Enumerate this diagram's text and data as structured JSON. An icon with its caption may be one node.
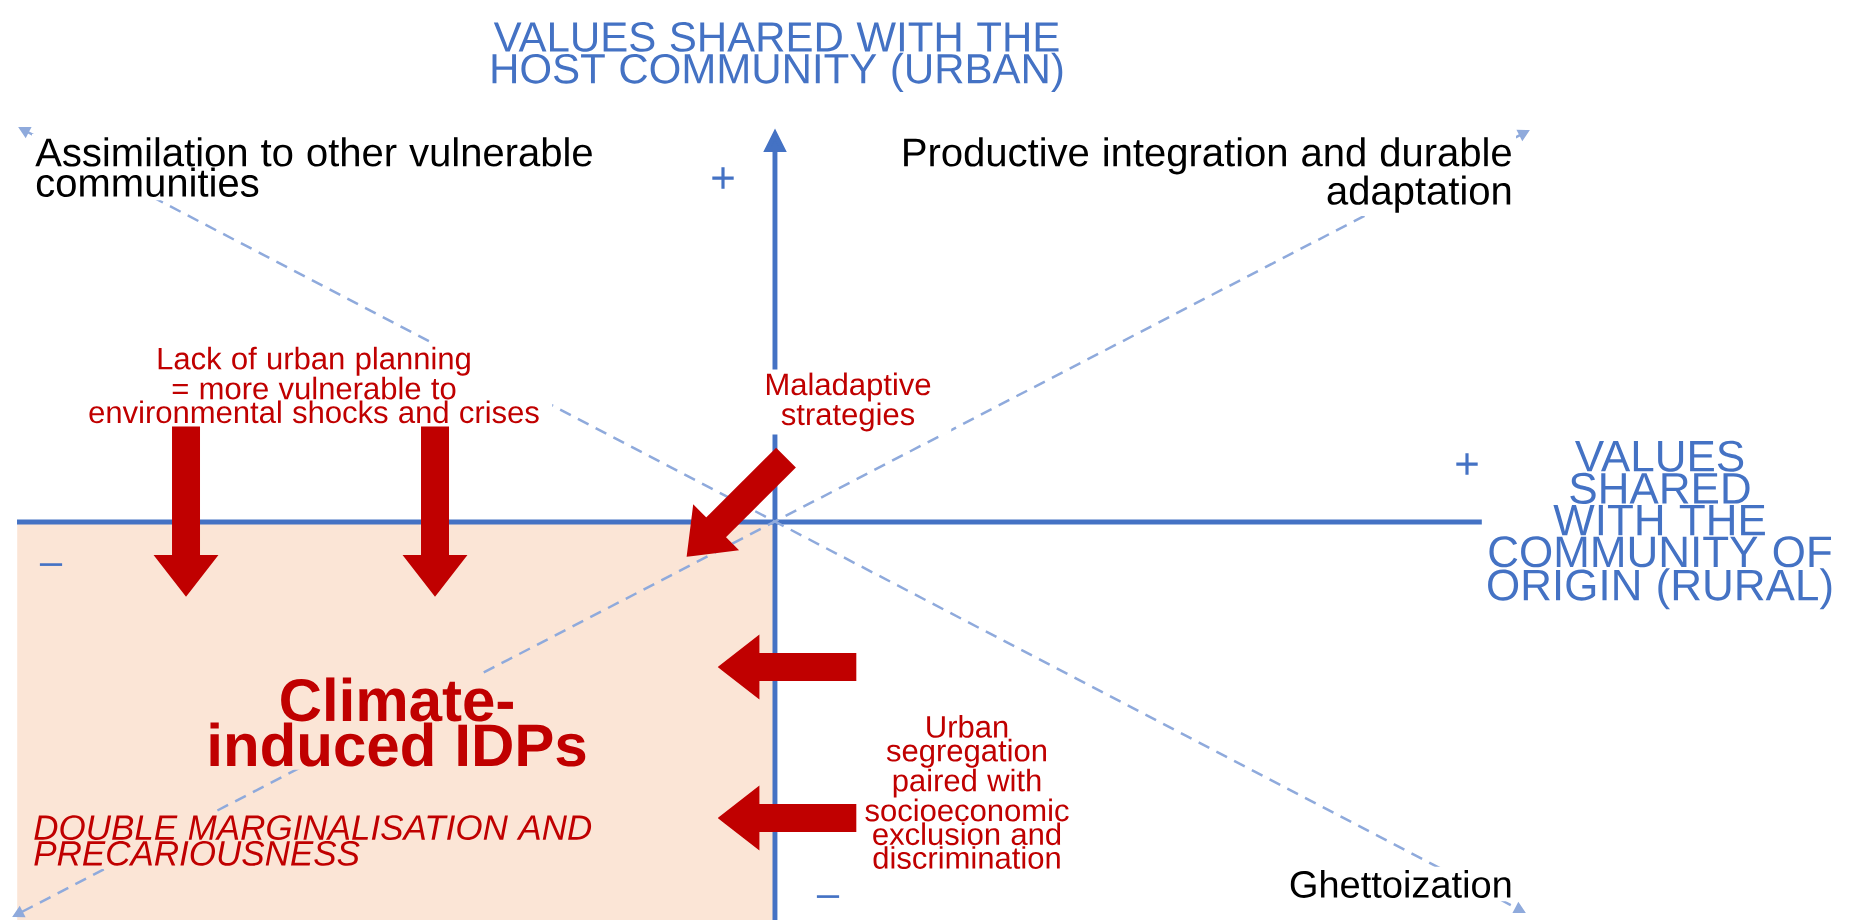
{
  "diagram": {
    "nodes": [
      {
        "text": [
          "Climate-induced IDPs",
          "DOUBLE MARGINALISATION AND PRECARIOUSNESS"
        ]
      },
      {
        "text": [
          "Lack of urban planning = more vulnerable to environmental shocks and crises"
        ]
      },
      {
        "text": [
          "Maladaptive strategies"
        ]
      },
      {
        "text": [
          "Urban segregation paired with socioeconomic exclusion and discrimination"
        ]
      }
    ],
    "edges": [
      {
        "from": 1,
        "to": 0,
        "arrow": "to"
      },
      {
        "from": 1,
        "to": 0,
        "arrow": "to"
      },
      {
        "from": 2,
        "to": 0,
        "arrow": "to"
      },
      {
        "from": 3,
        "to": 0,
        "arrow": "to"
      },
      {
        "from": 3,
        "to": 0,
        "arrow": "to"
      }
    ],
    "labels": [
      "VALUES SHARED WITH THE HOST COMMUNITY (URBAN)",
      "+",
      "Assimilation to other vulnerable communities",
      "Productive integration and durable adaptation",
      "VALUES SHARED WITH THE COMMUNITY OF ORIGIN (RURAL)",
      "+",
      "–",
      "–",
      "Ghettoization"
    ]
  }
}
